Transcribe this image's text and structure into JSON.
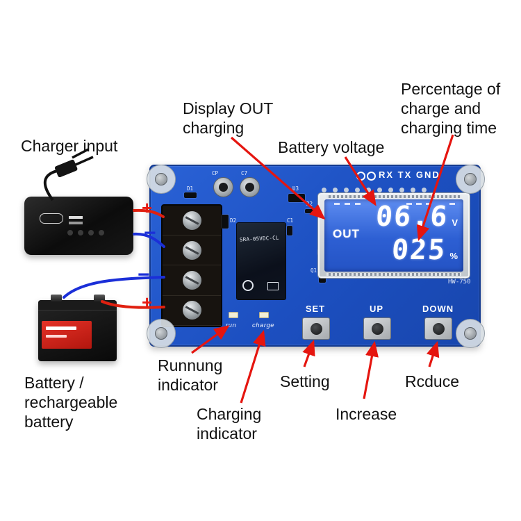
{
  "annotations": {
    "charger_input": "Charger input",
    "display_out_charging": "Display OUT\ncharging",
    "battery_voltage": "Battery voltage",
    "percentage": "Percentage of\ncharge and\ncharging time",
    "running_indicator": "Runnung\nindicator",
    "battery": "Battery /\nrechargeable\nbattery",
    "charging_indicator": "Charging\nindicator",
    "setting": "Setting",
    "increase": "Increase",
    "reduce": "Rcduce"
  },
  "polarity": {
    "in_plus": "+",
    "in_minus": "−",
    "out_minus": "−",
    "out_plus": "+"
  },
  "pcb": {
    "header": "RX TX GND",
    "model": "HW-750",
    "relay": "SRA-05VDC-CL",
    "run_label": "run",
    "charge_label": "charge",
    "buttons": [
      {
        "label": "SET"
      },
      {
        "label": "UP"
      },
      {
        "label": "DOWN"
      }
    ],
    "refs": {
      "d1": "D1",
      "cp": "CP",
      "c7": "C7",
      "u3": "U3",
      "d2": "D2",
      "c1": "C1",
      "r2": "R2",
      "q1": "Q1"
    },
    "lcd": {
      "out": "OUT",
      "voltage": "06.6",
      "volt_unit": "V",
      "percent": "025",
      "pct_unit": "%"
    }
  },
  "colors": {
    "arrow_red": "#e5150f",
    "wire_red": "#e02010",
    "wire_blue": "#1b2fd8",
    "pcb_blue": "#1c4fc0",
    "lcd_blue": "#2d5fd3"
  }
}
